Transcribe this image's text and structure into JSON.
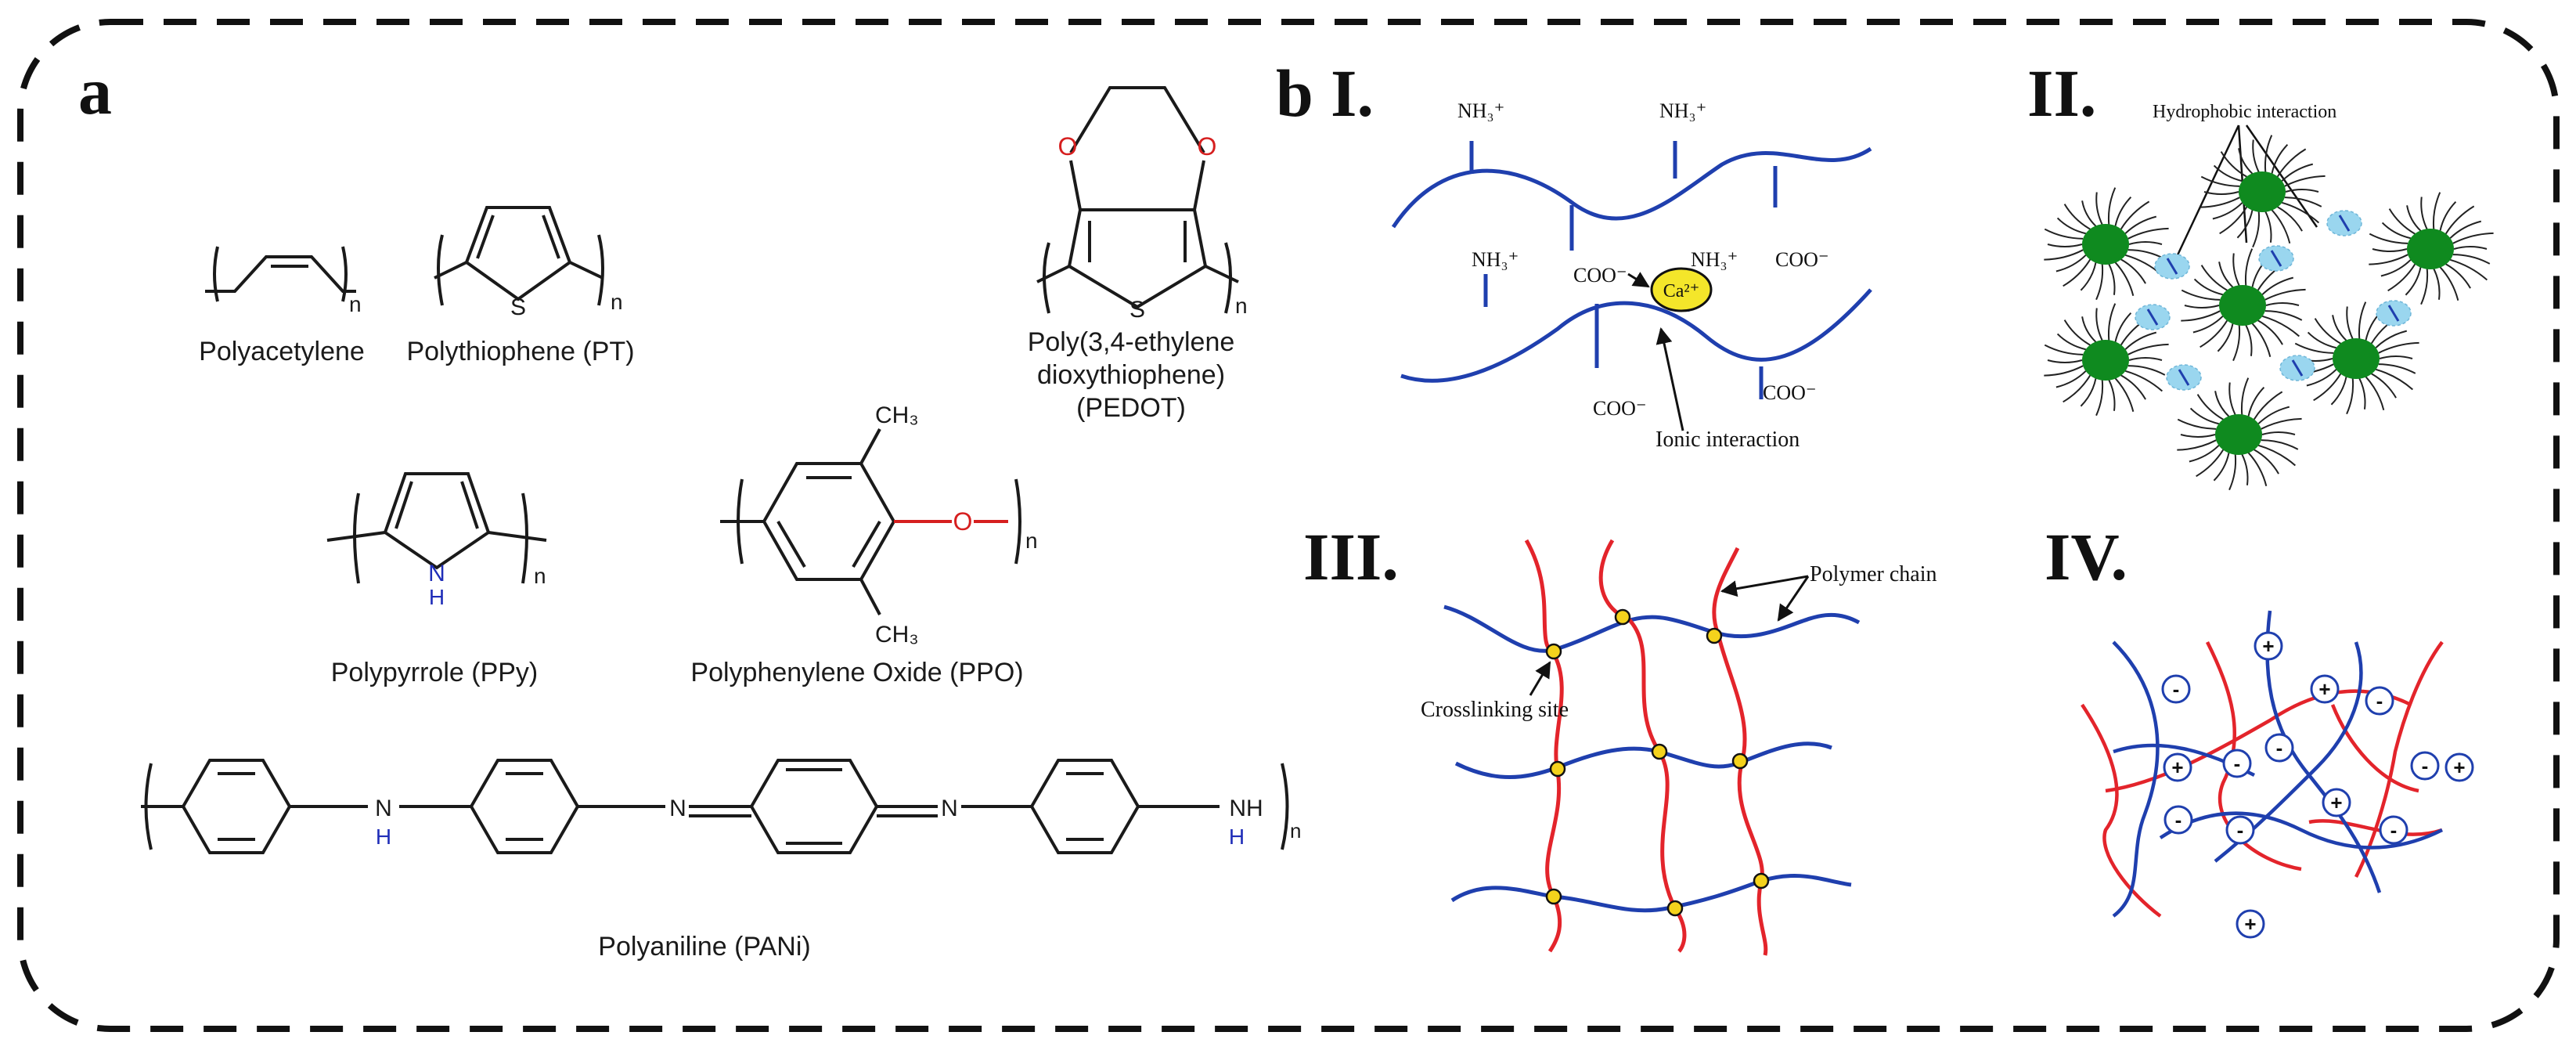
{
  "panel_a": {
    "letter": "a",
    "names": {
      "polyacetylene": "Polyacetylene",
      "polythiophene": "Polythiophene (PT)",
      "pedot_1": "Poly(3,4-ethylene",
      "pedot_2": "dioxythiophene)",
      "pedot_3": "(PEDOT)",
      "polypyrrole": "Polypyrrole (PPy)",
      "ppo": "Polyphenylene Oxide (PPO)",
      "pani": "Polyaniline (PANi)"
    },
    "atoms": {
      "n": "n",
      "s": "S",
      "o": "O",
      "n_atom": "N",
      "h": "H",
      "nh": "NH",
      "ch3": "CH₃"
    },
    "colors": {
      "heteroatom_red": "#d61f1f",
      "nitrogen_blue": "#1f2db8",
      "bond": "#1a1a1a"
    }
  },
  "panel_b": {
    "letter": "b",
    "I": {
      "label": "I.",
      "nh3": "NH₃⁺",
      "coo": "COO⁻",
      "ion": "Ca²⁺",
      "annotation": "Ionic interaction",
      "colors": {
        "chain": "#1f3fae",
        "ion": "#f4e62a"
      }
    },
    "II": {
      "label": "II.",
      "annotation": "Hydrophobic interaction",
      "colors": {
        "core": "#0f8a1f",
        "hydrophobic": "#9ad6ef"
      }
    },
    "III": {
      "label": "III.",
      "chain_label": "Polymer chain",
      "site_label": "Crosslinking site",
      "colors": {
        "horizontal": "#1f3fae",
        "vertical": "#e3242b",
        "site": "#f4d21c"
      }
    },
    "IV": {
      "label": "IV.",
      "plus": "+",
      "minus": "-",
      "colors": {
        "chain_a": "#1f3fae",
        "chain_b": "#e3242b"
      }
    }
  },
  "frame": {
    "border_color": "#111111"
  }
}
